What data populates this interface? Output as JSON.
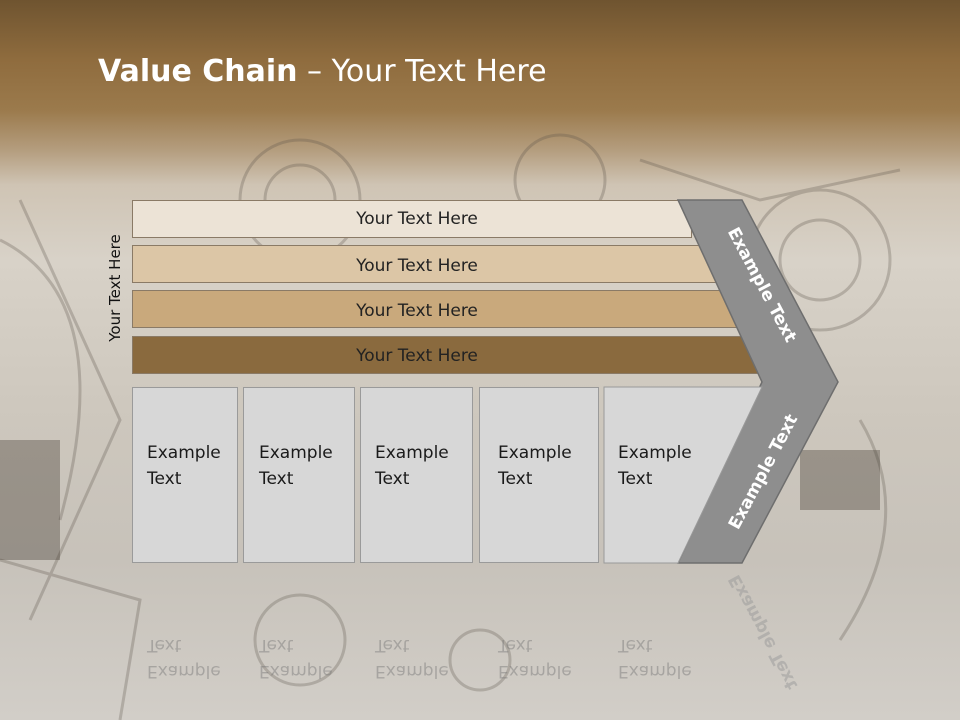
{
  "title": {
    "bold": "Value Chain",
    "rest": " – Your Text Here"
  },
  "side_label": "Your Text Here",
  "bands": [
    {
      "label": "Your Text Here",
      "color": "#ece3d6"
    },
    {
      "label": "Your Text Here",
      "color": "#dcc6a6"
    },
    {
      "label": "Your Text Here",
      "color": "#c9a97c"
    },
    {
      "label": "Your Text Here",
      "color": "#8a6a3e"
    }
  ],
  "boxes": [
    {
      "line1": "Example",
      "line2": "Text"
    },
    {
      "line1": "Example",
      "line2": "Text"
    },
    {
      "line1": "Example",
      "line2": "Text"
    },
    {
      "line1": "Example",
      "line2": "Text"
    },
    {
      "line1": "Example",
      "line2": "Text"
    }
  ],
  "chevron": {
    "upper": "Example Text",
    "lower": "Example Text",
    "color": "#8e8e8e"
  }
}
